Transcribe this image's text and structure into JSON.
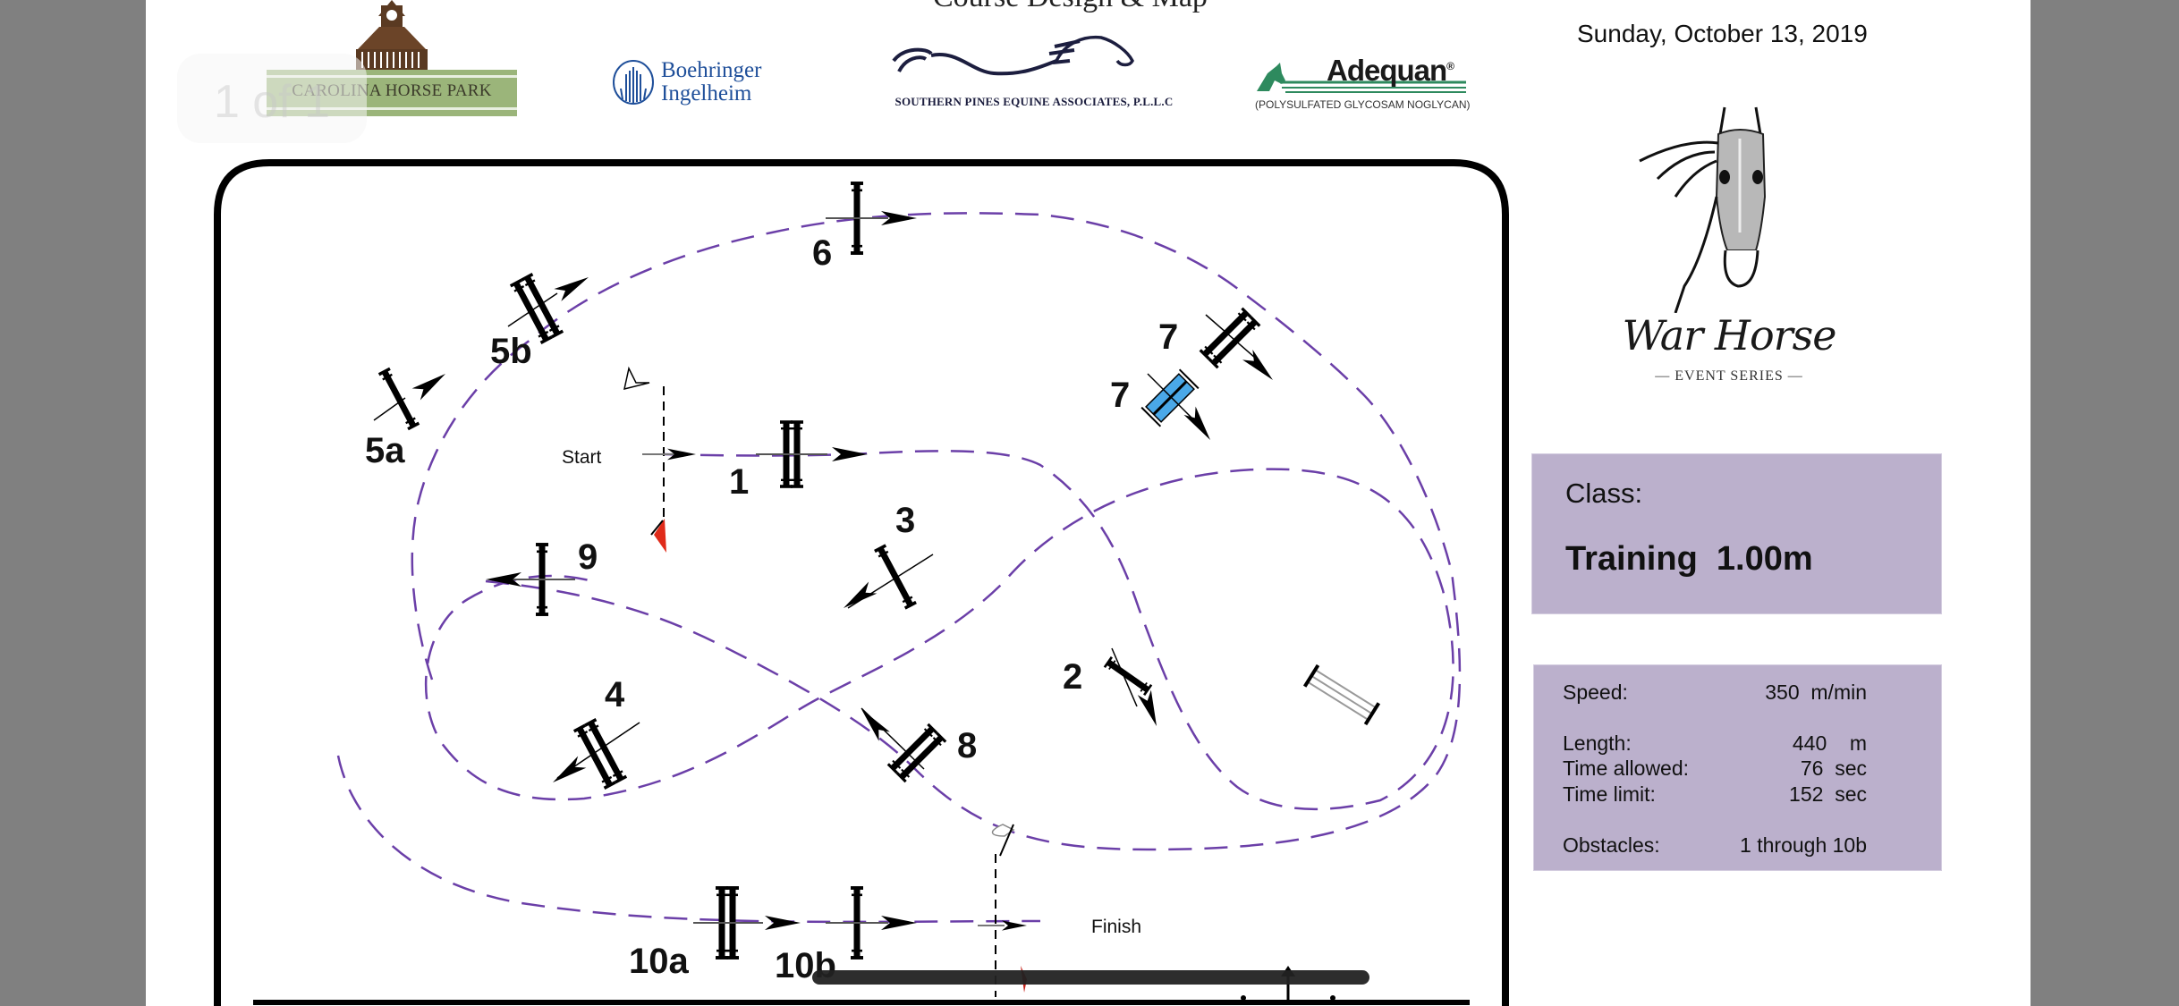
{
  "header": {
    "title_fragment": "Course Design & Map",
    "date": "Sunday, October 13, 2019"
  },
  "sponsors": {
    "carolina_horse_park": "CAROLINA HORSE PARK",
    "boehringer_line1": "Boehringer",
    "boehringer_line2": "Ingelheim",
    "southern_pines": "SOUTHERN PINES EQUINE ASSOCIATES, P.L.L.C",
    "adequan_name": "Adequan",
    "adequan_reg": "®",
    "adequan_sub": "(POLYSULFATED GLYCOSAM NOGLYCAN)"
  },
  "event_logo": {
    "script": "War Horse",
    "subtitle": "— EVENT SERIES —"
  },
  "class_panel": {
    "label": "Class:",
    "value": "Training  1.00m"
  },
  "stats": [
    {
      "label": "Speed:",
      "value": "350  m/min"
    },
    {
      "label": "Length:",
      "value": "440    m"
    },
    {
      "label": "Time allowed:",
      "value": "76  sec"
    },
    {
      "label": "Time limit:",
      "value": "152  sec"
    },
    {
      "label": "Obstacles:",
      "value": "1 through 10b"
    }
  ],
  "course": {
    "start_label": "Start",
    "finish_label": "Finish",
    "path_color": "#6b3fa8",
    "water_color": "#4aa8e8",
    "fences": [
      {
        "label": "1",
        "type": "oxer"
      },
      {
        "label": "2",
        "type": "vertical"
      },
      {
        "label": "3",
        "type": "vertical"
      },
      {
        "label": "4",
        "type": "oxer"
      },
      {
        "label": "5a",
        "type": "vertical"
      },
      {
        "label": "5b",
        "type": "oxer"
      },
      {
        "label": "6",
        "type": "vertical"
      },
      {
        "label": "7",
        "type": "oxer"
      },
      {
        "label": "7",
        "type": "option-water"
      },
      {
        "label": "8",
        "type": "oxer"
      },
      {
        "label": "9",
        "type": "vertical"
      },
      {
        "label": "10a",
        "type": "oxer"
      },
      {
        "label": "10b",
        "type": "vertical"
      }
    ]
  },
  "viewer": {
    "page_indicator": "1 of 1"
  }
}
